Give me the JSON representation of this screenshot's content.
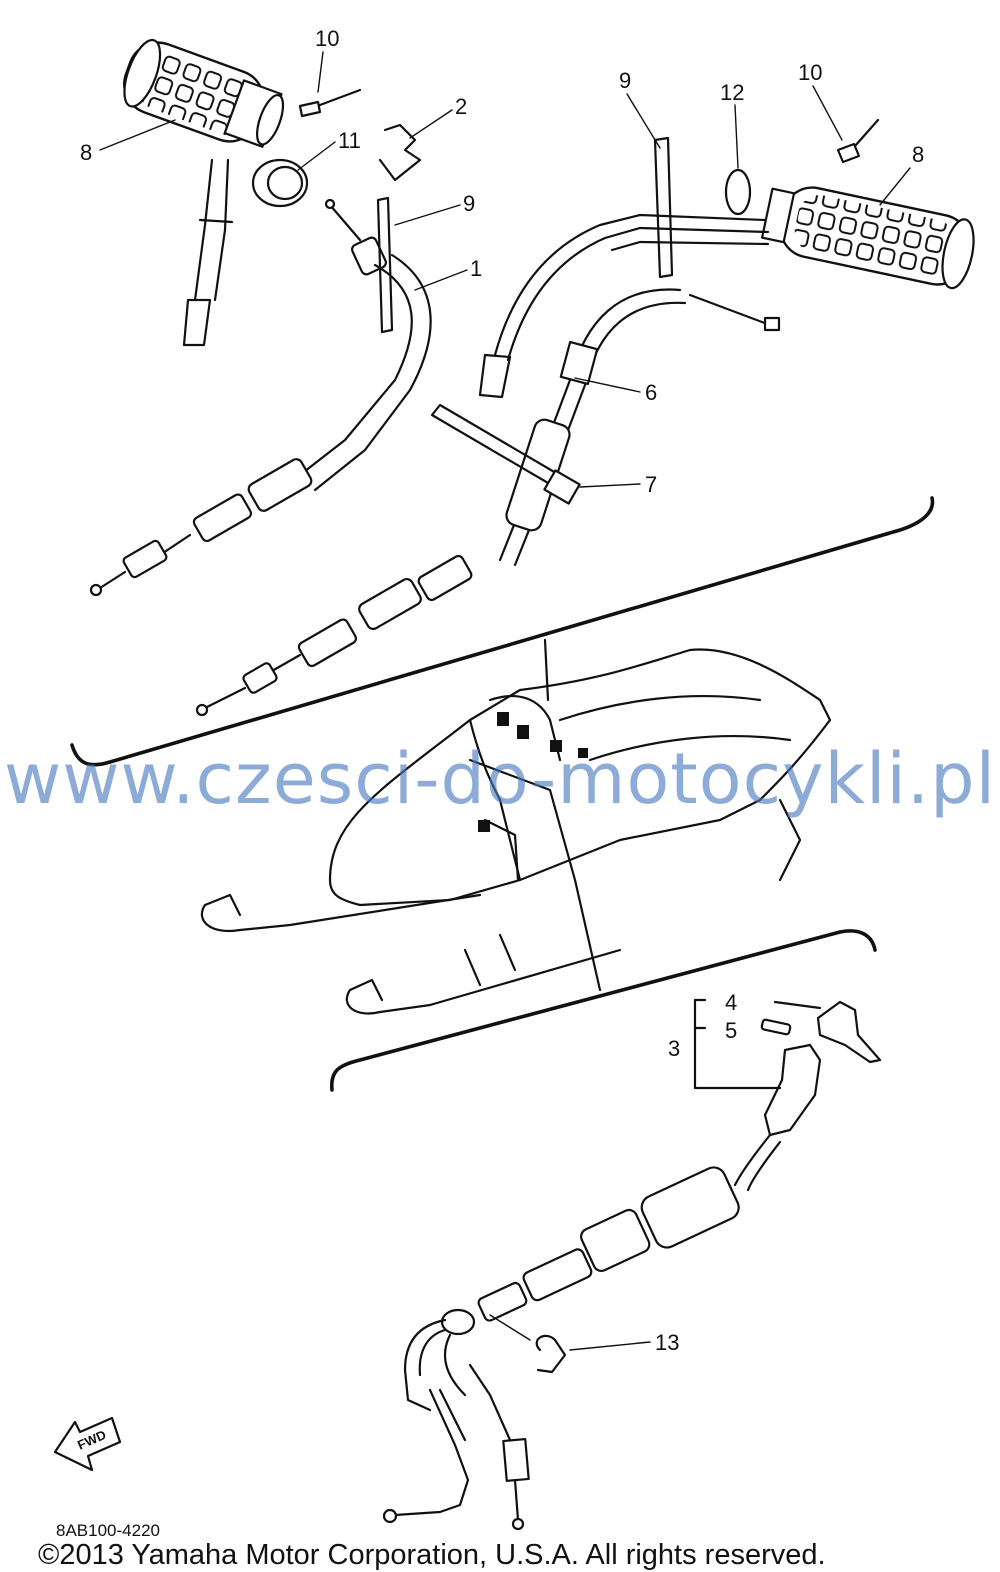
{
  "diagram": {
    "callouts": {
      "c1": "1",
      "c2": "2",
      "c3": "3",
      "c4": "4",
      "c5": "5",
      "c6": "6",
      "c7": "7",
      "c8_left": "8",
      "c8_right": "8",
      "c9_left": "9",
      "c9_right": "9",
      "c10_left": "10",
      "c10_right": "10",
      "c11": "11",
      "c12": "12",
      "c13": "13"
    },
    "fwd_label": "FWD",
    "drawing_code": "8AB100-4220"
  },
  "watermark": "www.czesci-do-motocykli.pl",
  "copyright": "©2013 Yamaha Motor Corporation, U.S.A. All rights reserved."
}
